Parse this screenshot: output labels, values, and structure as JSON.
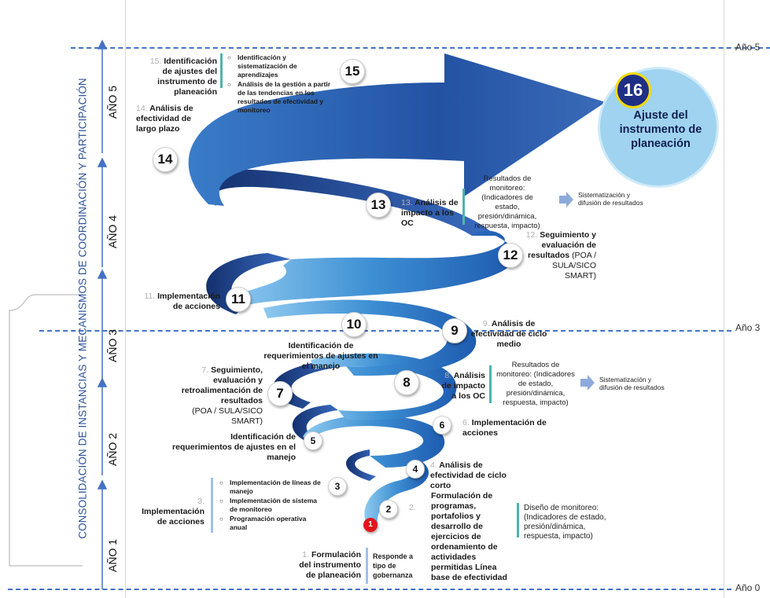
{
  "years": [
    "Año 5",
    "Año 3",
    "Año 0"
  ],
  "ano_labels": [
    "AÑO 5",
    "AÑO 4",
    "AÑO 3",
    "AÑO 2",
    "AÑO 1"
  ],
  "side_title": "CONSOLIDACIÓN DE INSTANCIAS Y MECANISMOS DE COORDINACIÓN Y PARTICIPACIÓN",
  "circles": [
    "1",
    "2",
    "3",
    "4",
    "5",
    "6",
    "7",
    "8",
    "9",
    "10",
    "11",
    "12",
    "13",
    "14",
    "15",
    "16"
  ],
  "steps": {
    "s1": {
      "n": "1.",
      "text": "Formulación del instrumento de planeación",
      "note": "Responde a tipo de gobernanza"
    },
    "s2": {
      "n": "2.",
      "text": "Formulación de programas, portafolios y desarrollo de ejercicios de ordenamiento de actividades permitidas Línea base de efectividad",
      "note": "Diseño de monitoreo: (Indicadores de estado, presión/dinámica, respuesta, impacto)"
    },
    "s3": {
      "n": "3.",
      "text": "Implementación de acciones",
      "bullets": [
        "Implementación de líneas de manejo",
        "Implementación de sistema de monitoreo",
        "Programación operativa anual"
      ]
    },
    "s4": {
      "n": "4.",
      "text": "Análisis de efectividad de ciclo corto"
    },
    "s5": {
      "text": "Identificación de requerimientos de ajustes en el manejo"
    },
    "s6": {
      "n": "6.",
      "text": "Implementación de acciones"
    },
    "s7": {
      "n": "7.",
      "text": "Seguimiento, evaluación y retroalimentación de resultados",
      "sub": "(POA / SULA/SICO SMART)"
    },
    "s8": {
      "n": "8.",
      "text": "Análisis de impacto a los OC",
      "note": "Resultados de monitoreo: (Indicadores de estado, presión/dinámica, respuesta, impacto)",
      "result": "Sistematización y difusión de resultados"
    },
    "s9": {
      "n": "9.",
      "text": "Análisis de efectividad de ciclo medio"
    },
    "s10": {
      "text": "Identificación de requerimientos de ajustes en el manejo"
    },
    "s11": {
      "n": "11.",
      "text": "Implementación de acciones"
    },
    "s12": {
      "n": "12.",
      "text": "Seguimiento y evaluación de resultados",
      "sub": "(POA / SULA/SICO SMART)"
    },
    "s13": {
      "n": "13.",
      "text": "Análisis de impacto a los OC",
      "note": "Resultados de monitoreo: (Indicadores de estado, presión/dinámica, respuesta, impacto)",
      "result": "Sistematización y difusión de resultados"
    },
    "s14": {
      "n": "14.",
      "text": "Análisis de efectividad de largo plazo"
    },
    "s15": {
      "n": "15.",
      "text": "Identificación de ajustes del instrumento de planeación",
      "bullets": [
        "Identificación y sistematización de aprendizajes",
        "Análisis de la gestión a partir de las tendencias en los resultados de efectividad y monitoreo"
      ]
    },
    "s16": {
      "text": "Ajuste del instrumento de planeación"
    }
  },
  "colors": {
    "dash": "#4472c4",
    "spiral_light": "#9dd1f2",
    "spiral_dark": "#1b3a86",
    "teal": "#4db6ac",
    "red": "#e0161c",
    "yellow": "#f5d90a",
    "final_circle": "#9fd3f0"
  }
}
